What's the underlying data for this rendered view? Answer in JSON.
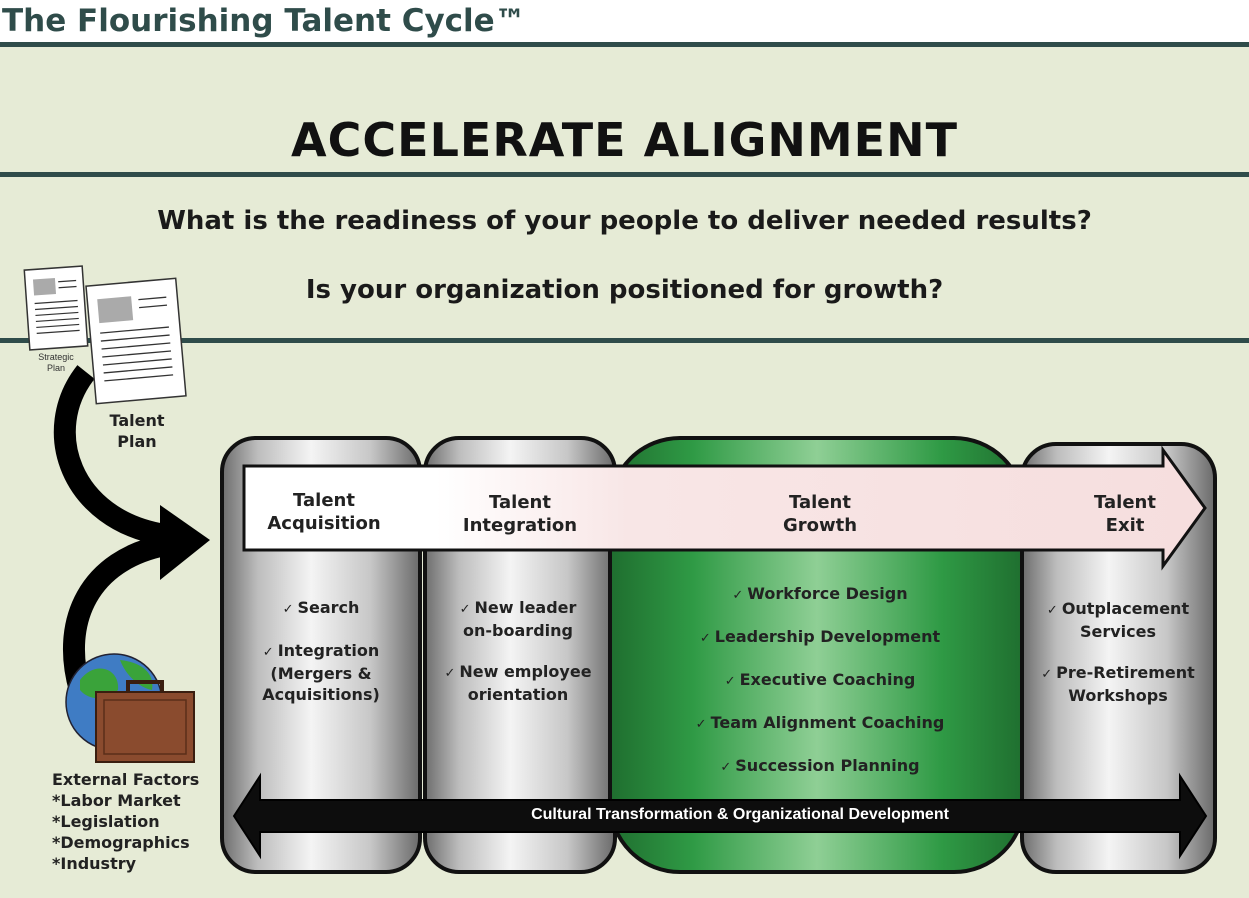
{
  "header": {
    "title": "The Flourishing Talent Cycle™"
  },
  "headline": "ACCELERATE ALIGNMENT",
  "questions": [
    "What is the readiness of your people to deliver needed results?",
    "Is your organization positioned for growth?"
  ],
  "inputs": {
    "strategic_plan": [
      "Strategic",
      "Plan"
    ],
    "talent_plan": [
      "Talent",
      "Plan"
    ],
    "external_factors": [
      "External Factors",
      "*Labor Market",
      "*Legislation",
      "*Demographics",
      "*Industry"
    ]
  },
  "check_mark": "✓",
  "stages": [
    {
      "label": [
        "Talent",
        "Acquisition"
      ],
      "items": [
        [
          "Search"
        ],
        [
          "Integration",
          "(Mergers &",
          "Acquisitions)"
        ]
      ]
    },
    {
      "label": [
        "Talent",
        "Integration"
      ],
      "items": [
        [
          "New leader",
          "on-boarding"
        ],
        [
          "New employee",
          "orientation"
        ]
      ]
    },
    {
      "label": [
        "Talent",
        "Growth"
      ],
      "items": [
        [
          "Workforce Design"
        ],
        [
          "Leadership Development"
        ],
        [
          "Executive Coaching"
        ],
        [
          "Team Alignment Coaching"
        ],
        [
          "Succession Planning"
        ]
      ]
    },
    {
      "label": [
        "Talent",
        "Exit"
      ],
      "items": [
        [
          "Outplacement",
          "Services"
        ],
        [
          "Pre-Retirement",
          "Workshops"
        ]
      ]
    }
  ],
  "bottom_bar": "Cultural Transformation & Organizational Development",
  "colors": {
    "header_text": "#2f4c4a",
    "rule": "#2f4c4a",
    "band": "#e6ebd6",
    "growth_green": "#2e8b3e",
    "arrow_fill": "#f7dede"
  }
}
